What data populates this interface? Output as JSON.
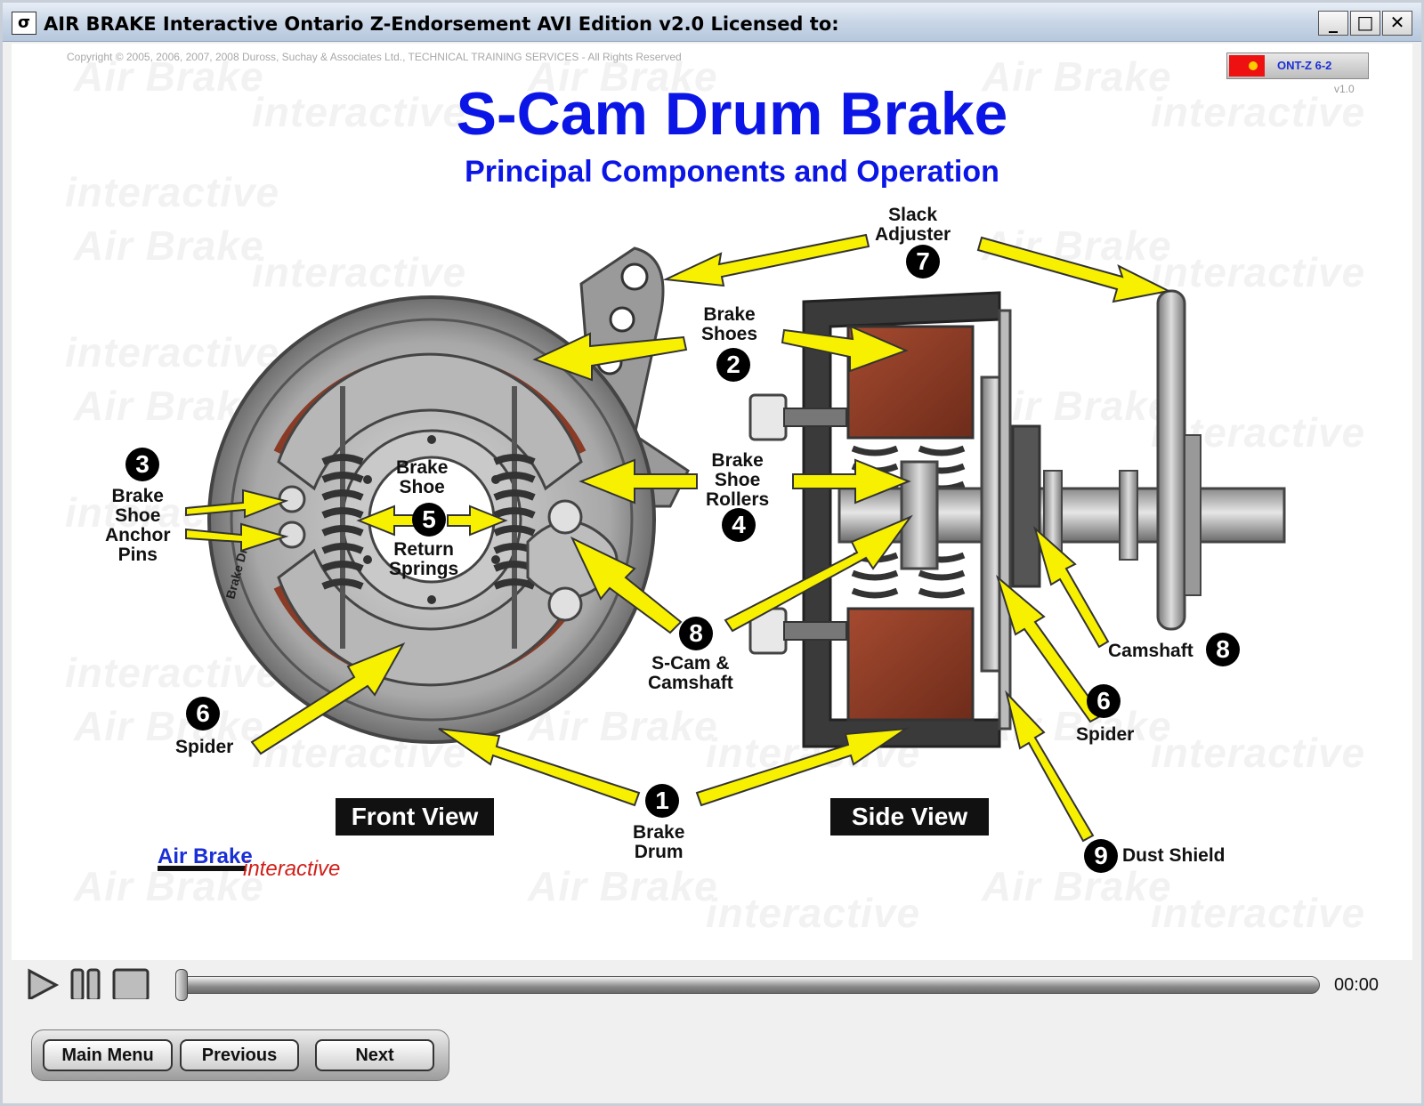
{
  "window": {
    "title": "AIR BRAKE Interactive Ontario Z-Endorsement AVI Edition v2.0  Licensed to:",
    "icon_glyph": "σ",
    "minimize": "_",
    "maximize": "□",
    "close": "✕"
  },
  "slide": {
    "copyright": "Copyright © 2005, 2006, 2007, 2008  Duross, Suchay & Associates Ltd., TECHNICAL TRAINING SERVICES - All Rights Reserved",
    "badge": "ONT-Z 6-2",
    "version": "v1.0",
    "title": "S-Cam Drum Brake",
    "subtitle": "Principal Components and Operation",
    "watermark_1": "Air Brake",
    "watermark_2": "interactive"
  },
  "labels": {
    "slack_adjuster": "Slack\nAdjuster",
    "brake_shoes": "Brake\nShoes",
    "brake_shoe_rollers": "Brake\nShoe\nRollers",
    "brake_shoe_anchor_pins": "Brake\nShoe\nAnchor\nPins",
    "return_springs_top": "Brake\nShoe",
    "return_springs_bottom": "Return\nSprings",
    "scam_camshaft": "S-Cam &\nCamshaft",
    "spider_left": "Spider",
    "spider_right": "Spider",
    "camshaft": "Camshaft",
    "brake_drum": "Brake\nDrum",
    "dust_shield": "Dust Shield",
    "front_view": "Front View",
    "side_view": "Side View",
    "drum_text": "Brake Drum"
  },
  "numbers": {
    "slack_adjuster": "7",
    "brake_shoes": "2",
    "brake_shoe_rollers": "4",
    "anchor_pins": "3",
    "return_springs": "5",
    "scam": "8",
    "spider_left": "6",
    "spider_right": "6",
    "camshaft": "8",
    "brake_drum": "1",
    "dust_shield": "9"
  },
  "logo": {
    "line1": "Air Brake",
    "line2": "interactive"
  },
  "player": {
    "time": "00:00",
    "progress": 0
  },
  "nav": {
    "main_menu": "Main Menu",
    "previous": "Previous",
    "next": "Next"
  },
  "colors": {
    "title_blue": "#0b16e6",
    "arrow_yellow": "#f7f000",
    "shoe_brown": "#8a3b26"
  }
}
